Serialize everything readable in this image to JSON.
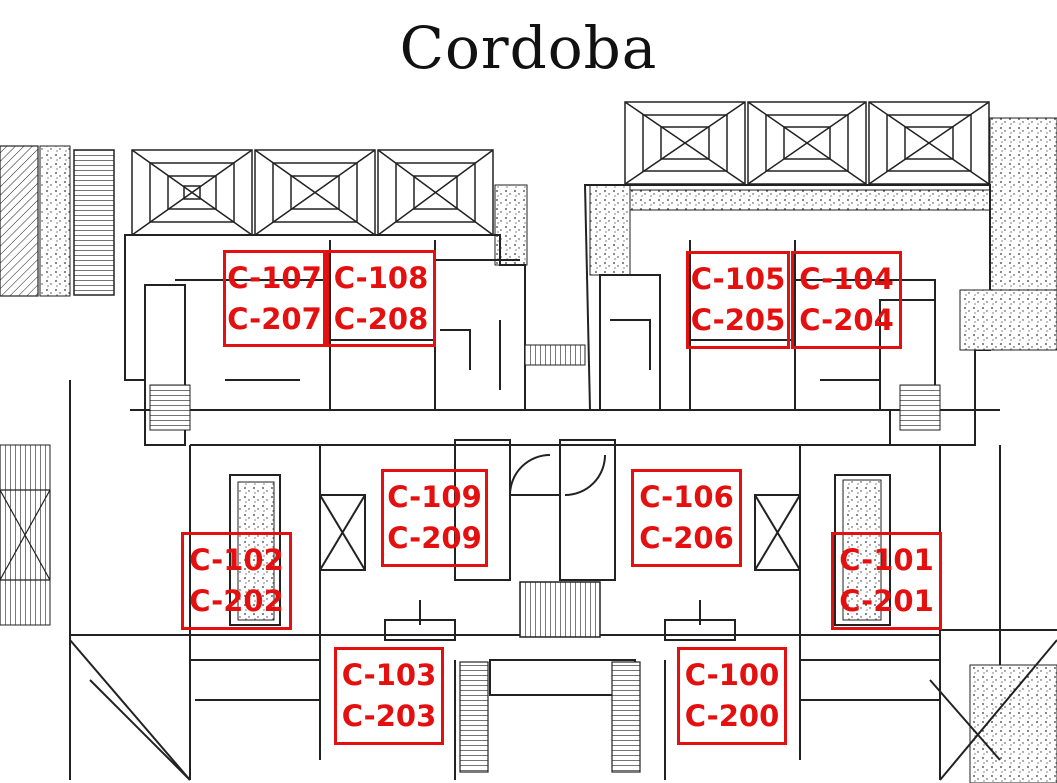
{
  "title": "Cordoba",
  "units": [
    {
      "id": "c107",
      "lines": [
        "C-107",
        "C-207"
      ]
    },
    {
      "id": "c108",
      "lines": [
        "C-108",
        "C-208"
      ]
    },
    {
      "id": "c105",
      "lines": [
        "C-105",
        "C-205"
      ]
    },
    {
      "id": "c104",
      "lines": [
        "C-104",
        "C-204"
      ]
    },
    {
      "id": "c109",
      "lines": [
        "C-109",
        "C-209"
      ]
    },
    {
      "id": "c106",
      "lines": [
        "C-106",
        "C-206"
      ]
    },
    {
      "id": "c102",
      "lines": [
        "C-102",
        "C-202"
      ]
    },
    {
      "id": "c101",
      "lines": [
        "C-101",
        "C-201"
      ]
    },
    {
      "id": "c103",
      "lines": [
        "C-103",
        "C-203"
      ]
    },
    {
      "id": "c100",
      "lines": [
        "C-100",
        "C-200"
      ]
    }
  ],
  "colors": {
    "label": "#e41010",
    "linework": "#222222",
    "paper": "#ffffff"
  }
}
